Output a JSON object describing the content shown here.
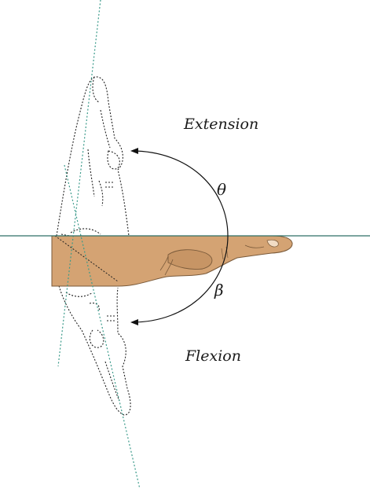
{
  "labels": {
    "extension": "Extension",
    "flexion": "Flexion",
    "theta": "θ",
    "beta": "β"
  },
  "colors": {
    "skin": "#d4a373",
    "skin_shadow": "#b9895a",
    "outline": "#7a5a3a",
    "axis_line": "#2f6f66",
    "dotted_axis": "#3a9a8a",
    "arc": "#111111"
  }
}
